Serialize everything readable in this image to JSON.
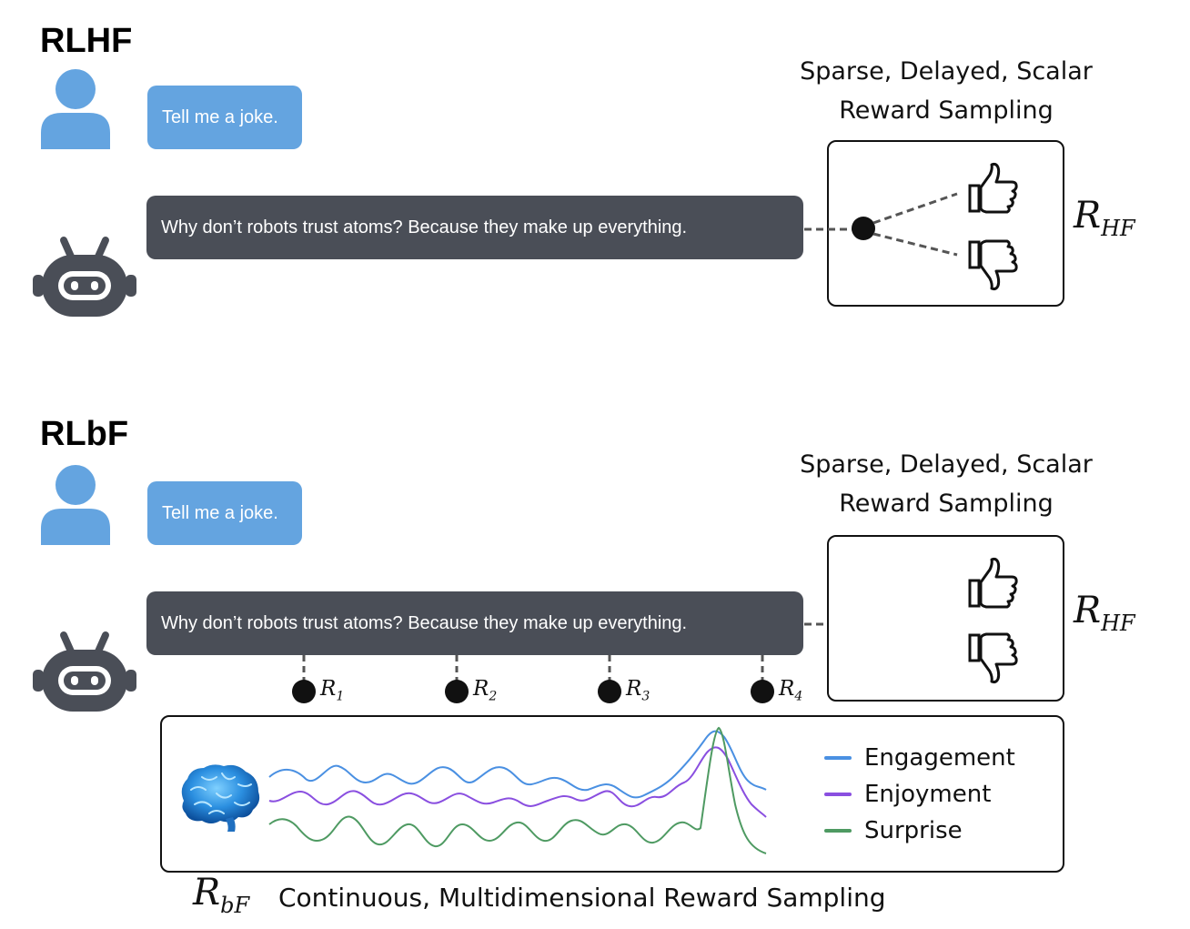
{
  "sections": [
    {
      "title": "RLHF",
      "user_message": "Tell me a joke.",
      "bot_message": "Why don’t robots trust atoms? Because they make up everything.",
      "sampling_title_line1": "Sparse, Delayed, Scalar",
      "sampling_title_line2": "Reward Sampling",
      "reward_symbol": "R",
      "reward_subscript": "HF"
    },
    {
      "title": "RLbF",
      "user_message": "Tell me a joke.",
      "bot_message": "Why don’t robots trust atoms? Because they make up everything.",
      "sampling_title_line1": "Sparse, Delayed, Scalar",
      "sampling_title_line2": "Reward Sampling",
      "reward_symbol": "R",
      "reward_subscript": "HF"
    }
  ],
  "token_rewards": [
    {
      "symbol": "R",
      "sub": "1"
    },
    {
      "symbol": "R",
      "sub": "2"
    },
    {
      "symbol": "R",
      "sub": "3"
    },
    {
      "symbol": "R",
      "sub": "4"
    }
  ],
  "signal_panel": {
    "legend": [
      {
        "label": "Engagement",
        "color": "#4a90e2"
      },
      {
        "label": "Enjoyment",
        "color": "#8a4fe0"
      },
      {
        "label": "Surprise",
        "color": "#4e9a62"
      }
    ],
    "caption_symbol": "R",
    "caption_subscript": "bF",
    "caption_text": "Continuous, Multidimensional Reward Sampling"
  },
  "icons": {
    "user": "user-icon",
    "robot": "robot-icon",
    "thumbs_up": "thumbs-up-icon",
    "thumbs_down": "thumbs-down-icon",
    "brain": "brain-icon"
  }
}
